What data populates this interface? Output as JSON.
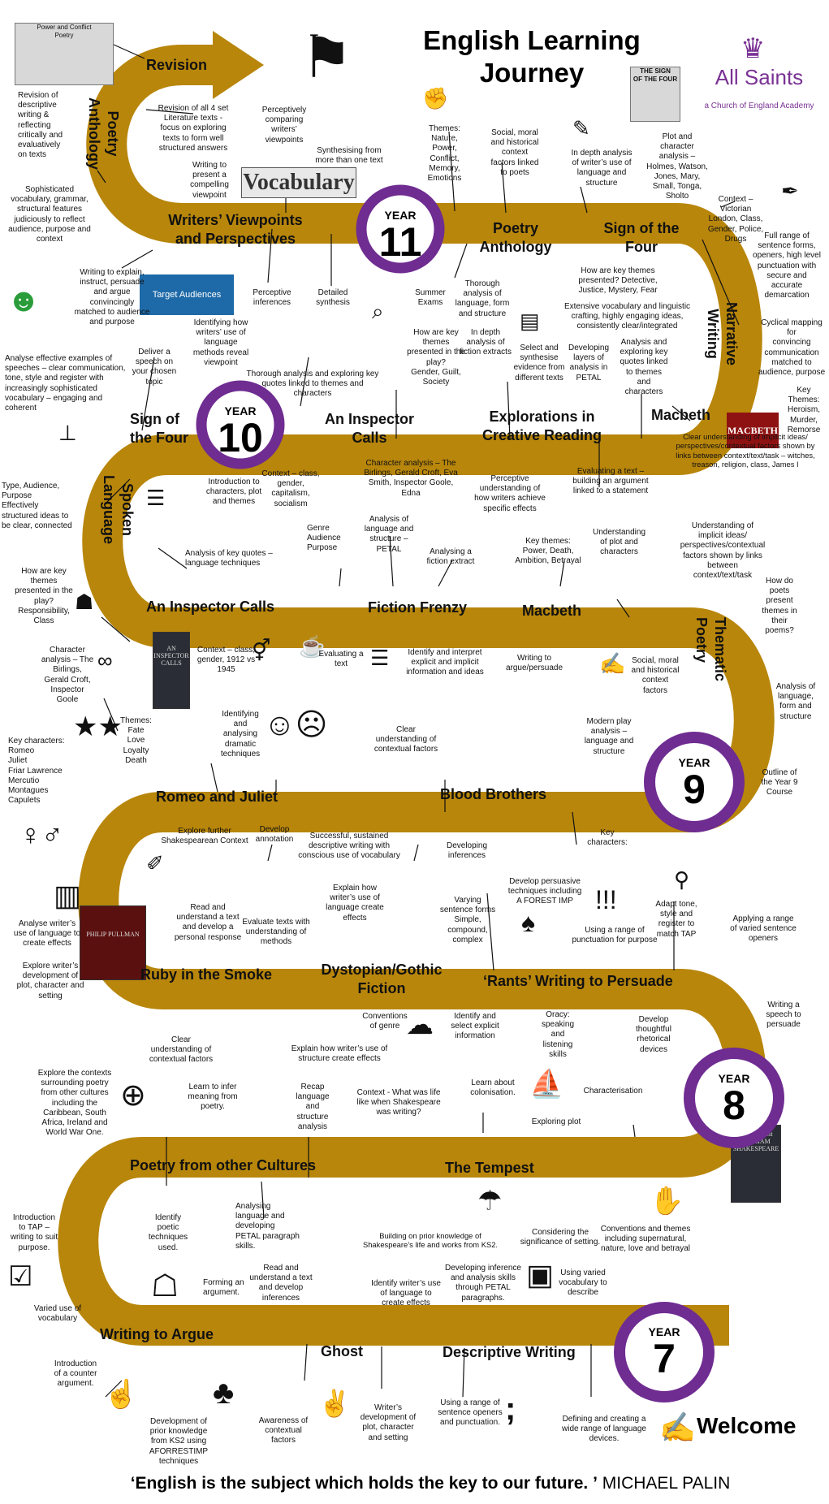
{
  "header": {
    "title": "English Learning\nJourney",
    "school_name": "All Saints",
    "school_motto": "a Church of England Academy",
    "welcome": "Welcome"
  },
  "quote": {
    "text": "‘English is the subject which holds the key to our future. ’",
    "author": "MICHAEL PALIN"
  },
  "colors": {
    "road": "#b8860b",
    "year_ring": "#6f2c91",
    "school_brand": "#7a3294"
  },
  "icons": [
    "person-climbing-stairs-icon",
    "crown-icon",
    "brain-icon",
    "pen-icon",
    "ink-pot-icon",
    "speech-heads-icon",
    "magnifier-icon",
    "book-icon",
    "lectern-icon",
    "conversation-icon",
    "helmet-icon",
    "spectacles-icon",
    "gender-icon",
    "reader-icon",
    "list-icon",
    "stars-icon",
    "theatre-masks-icon",
    "couple-icon",
    "hand-drawing-icon",
    "tap-icon",
    "exclamation-icon",
    "forest-icon",
    "ghost-icon",
    "globe-icon",
    "ship-icon",
    "island-icon",
    "handshake-icon",
    "passport-icon",
    "teacher-icon",
    "checklist-icon",
    "thumbs-icon",
    "tree-icon",
    "hands-icon",
    "semicolon-icon",
    "notepad-icon"
  ],
  "years": [
    {
      "label": "YEAR",
      "number": "11"
    },
    {
      "label": "YEAR",
      "number": "10"
    },
    {
      "label": "YEAR",
      "number": "9"
    },
    {
      "label": "YEAR",
      "number": "8"
    },
    {
      "label": "YEAR",
      "number": "7"
    }
  ],
  "units": {
    "revision": "Revision",
    "poetry_anthology_vertical": "Poetry\nAnthology",
    "writers_viewpoints": "Writers’ Viewpoints\nand Perspectives",
    "poetry_anthology_y11": "Poetry\nAnthology",
    "sign_of_the_four_y11": "Sign of the\nFour",
    "narrative_writing": "Narrative\nWriting",
    "macbeth_y10": "Macbeth",
    "explorations": "Explorations  in\nCreative Reading",
    "inspector_calls_y10": "An Inspector\nCalls",
    "sign_of_the_four_y10": "Sign of\nthe Four",
    "spoken_language": "Spoken\nLanguage",
    "inspector_calls_y9": "An Inspector Calls",
    "fiction_frenzy": "Fiction Frenzy",
    "macbeth_y9": "Macbeth",
    "thematic_poetry": "Thematic Poetry",
    "romeo_juliet": "Romeo and Juliet",
    "blood_brothers": "Blood Brothers",
    "ruby": "Ruby in the Smoke",
    "dystopian": "Dystopian/Gothic\nFiction",
    "rants": "‘Rants’ Writing  to Persuade",
    "poetry_cultures": "Poetry from other Cultures",
    "tempest": "The Tempest",
    "writing_to_argue": "Writing to Argue",
    "ghost": "Ghost",
    "descriptive_writing": "Descriptive Writing"
  },
  "images": {
    "vocabulary": "Vocabulary",
    "target_audiences": "Target\nAudiences",
    "macbeth_cover": "MACBETH",
    "sign_of_four_cover": "THE SIGN\nOF THE FOUR",
    "power_conflict_cover": "Power and Conflict\nPoetry",
    "inspector_cover": "AN\nINSPECTOR\nCALLS",
    "ruby_cover": "PHILIP PULLMAN",
    "tempest_cover": "The Tempest\nWILLIAM SHAKESPEARE"
  },
  "notes": {
    "n01": "Revision of\ndescriptive\nwriting &\nreflecting\ncritically and\nevaluatively\non texts",
    "n02": "Revision of all 4 set\nLiterature texts -\nfocus on exploring\ntexts to form well\nstructured answers",
    "n03": "Perceptively\ncomparing\nwriters’\nviewpoints",
    "n04": "Synthesising from\nmore than one text",
    "n05": "Themes:\nNature,\nPower,\nConflict,\nMemory,\nEmotions",
    "n06": "Social, moral\nand historical\ncontext\nfactors linked\nto poets",
    "n07": "In depth analysis\nof writer’s use of\nlanguage and\nstructure",
    "n08": "Plot and\ncharacter\nanalysis –\nHolmes, Watson,\nJones, Mary,\nSmall, Tonga,\nSholto",
    "n09": "Context – Victorian\nLondon, Class,\nGender, Police,\nDrugs",
    "n10": "Full range of\nsentence forms,\nopeners, high level\npunctuation with\nsecure and\naccurate\ndemarcation",
    "n11": "Sophisticated\nvocabulary, grammar,\nstructural features\njudiciously to reflect\naudience, purpose and\ncontext",
    "n12": "Writing to\npresent a\ncompelling\nviewpoint",
    "n13": "Writing to explain,\ninstruct, persuade\nand argue\nconvincingly\nmatched to audience\nand purpose",
    "n14": "Identifying how\nwriters’ use of\nlanguage\nmethods reveal\nviewpoint",
    "n15": "Perceptive\ninferences",
    "n16": "Detailed\nsynthesis",
    "n17": "Summer\nExams",
    "n18": "Thorough\nanalysis of\nlanguage, form\nand structure",
    "n19": "How are key themes\npresented? Detective,\nJustice, Mystery, Fear",
    "n20": "Extensive vocabulary and linguistic\ncrafting, highly engaging ideas,\nconsistently clear/integrated",
    "n21": "Cyclical mapping for\nconvincing\ncommunication\nmatched to\naudience, purpose",
    "n22": "Analyse effective examples of\nspeeches – clear communication,\ntone, style and register with\nincreasingly sophisticated\nvocabulary – engaging and\ncoherent",
    "n23": "Deliver a\nspeech on\nyour chosen\ntopic",
    "n24": "Thorough analysis and exploring key\nquotes linked to themes and\ncharacters",
    "n25": "How are key\nthemes\npresented in the\nplay?\nGender, Guilt,\nSociety",
    "n26": "In depth\nanalysis of\nfiction extracts",
    "n27": "Select and\nsynthesise\nevidence from\ndifferent texts",
    "n28": "Developing\nlayers of\nanalysis in\nPETAL",
    "n29": "Analysis and\nexploring key\nquotes linked\nto themes\nand\ncharacters",
    "n30": "Key\nThemes:\nHeroism,\nMurder,\nRemorse",
    "n31": "Type, Audience,\nPurpose\nEffectively\nstructured ideas to\nbe clear, connected",
    "n32": "Introduction to\ncharacters, plot\nand themes",
    "n33": "Context – class,\ngender,\ncapitalism,\nsocialism",
    "n34": "Character analysis – The\nBirlings, Gerald Croft, Eva\nSmith, Inspector Goole,\nEdna",
    "n35": "Perceptive\nunderstanding of\nhow writers achieve\nspecific effects",
    "n36": "Evaluating a text –\nbuilding an argument\nlinked to a statement",
    "n37": "Clear understanding of implicit ideas/\nperspectives/contextual factors shown by\nlinks between context/text/task – witches,\ntreason, religion, class, James I",
    "n38": "Genre\nAudience\nPurpose",
    "n39": "Analysis of\nlanguage and\nstructure –\nPETAL",
    "n40": "Analysing a\nfiction extract",
    "n41": "Key themes:\nPower, Death,\nAmbition, Betrayal",
    "n42": "Understanding\nof plot and\ncharacters",
    "n43": "Understanding of\nimplicit ideas/\nperspectives/contextual\nfactors shown by links\nbetween\ncontext/text/task",
    "n44": "How are key\nthemes\npresented in the\nplay?\nResponsibility,\nClass",
    "n45": "Analysis of key quotes –\nlanguage techniques",
    "n46": "How do\npoets\npresent\nthemes in\ntheir\npoems?",
    "n47": "Character\nanalysis – The\nBirlings,\nGerald Croft,\nInspector\nGoole",
    "n48": "Context – class,\ngender, 1912 vs\n1945",
    "n49": "Evaluating a\ntext",
    "n50": "Identify and interpret\nexplicit and implicit\ninformation and ideas",
    "n51": "Writing to\nargue/persuade",
    "n52": "Social, moral\nand historical\ncontext\nfactors",
    "n53": "Analysis of\nlanguage,\nform and\nstructure",
    "n54": "Themes:\nFate\nLove\nLoyalty\nDeath",
    "n55": "Identifying\nand\nanalysing\ndramatic\ntechniques",
    "n56": "Clear\nunderstanding of\ncontextual factors",
    "n57": "Modern play\nanalysis –\nlanguage and\nstructure",
    "n58": "Key characters:\nRomeo\nJuliet\nFriar Lawrence\nMercutio\nMontagues\nCapulets",
    "n59": "Outline of\nthe Year 9\nCourse",
    "n60": "Explore further\nShakespearean Context",
    "n61": "Develop\nannotation",
    "n62": "Successful, sustained\ndescriptive writing with\nconscious use of vocabulary",
    "n63": "Developing\ninferences",
    "n64": "Key\ncharacters:",
    "n65": "Read and\nunderstand a text\nand develop a\npersonal response",
    "n66": "Evaluate texts with\nunderstanding of\nmethods",
    "n67": "Explain how\nwriter’s use of\nlanguage create\neffects",
    "n68": "Varying\nsentence forms\nSimple,\ncompound,\ncomplex",
    "n69": "Develop persuasive\ntechniques including\nA FOREST IMP",
    "n70": "Using a range of\npunctuation for purpose",
    "n71": "Adapt tone,\nstyle and\nregister to\nmatch TAP",
    "n72": "Applying a range\nof varied sentence\nopeners",
    "n73": "Analyse writer’s\nuse of language to\ncreate effects",
    "n74": "Explore writer’s\ndevelopment of\nplot, character and\nsetting",
    "n75": "Clear\nunderstanding of\ncontextual factors",
    "n76": "Conventions\nof genre",
    "n77": "Identify and\nselect explicit\ninformation",
    "n78": "Oracy:\nspeaking\nand\nlistening\nskills",
    "n79": "Develop\nthoughtful\nrhetorical\ndevices",
    "n80": "Writing a\nspeech to\npersuade",
    "n81": "Explain how writer’s use of\nstructure create effects",
    "n82": "Explore the contexts\nsurrounding poetry\nfrom other cultures\nincluding the\nCaribbean, South\nAfrica, Ireland and\nWorld War One.",
    "n83": "Learn to infer\nmeaning from\npoetry.",
    "n84": "Recap\nlanguage and\nstructure\nanalysis",
    "n85": "Context - What was life\nlike when Shakespeare\nwas writing?",
    "n86": "Learn about\ncolonisation.",
    "n87": "Characterisation",
    "n88": "Exploring plot",
    "n89": "Identify\npoetic\ntechniques\nused.",
    "n90": "Analysing\nlanguage and\ndeveloping\nPETAL paragraph\nskills.",
    "n91": "Building on prior knowledge of\nShakespeare’s life and works from KS2.",
    "n92": "Considering the\nsignificance of setting.",
    "n93": "Conventions and themes\nincluding supernatural,\nnature, love and betrayal",
    "n94": "Introduction\nto TAP –\nwriting to suit\npurpose.",
    "n95": "Read and\nunderstand a text\nand develop\ninferences",
    "n96": "Forming an\nargument.",
    "n97": "Identify writer’s use\nof language to\ncreate effects",
    "n98": "Developing inference\nand analysis skills\nthrough PETAL\nparagraphs.",
    "n99": "Using varied\nvocabulary to\ndescribe",
    "n100": "Varied use of\nvocabulary",
    "n101": "Introduction\nof a counter\nargument.",
    "n102": "Development of\nprior knowledge\nfrom KS2 using\nAFORRESTIMP\ntechniques",
    "n103": "Awareness of\ncontextual\nfactors",
    "n104": "Writer’s\ndevelopment of\nplot, character\nand setting",
    "n105": "Using a range of\nsentence openers\nand punctuation.",
    "n106": "Defining and creating a\nwide range of language\ndevices."
  }
}
